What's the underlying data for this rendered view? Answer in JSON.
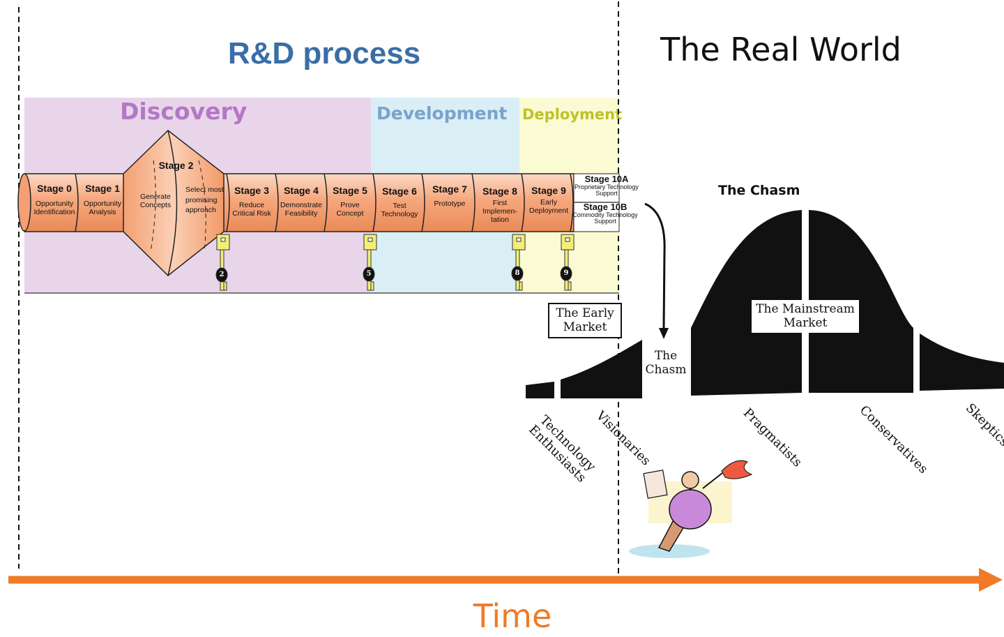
{
  "header": {
    "rd_title": "R&D process",
    "rw_title": "The Real World"
  },
  "phases": [
    {
      "label": "Discovery",
      "color": "#e8d5ea"
    },
    {
      "label": "Development",
      "color": "#d9eef5"
    },
    {
      "label": "Deployment",
      "color": "#fbfbd3"
    }
  ],
  "stages": [
    {
      "name": "Stage 0",
      "desc": "Opportunity Identification"
    },
    {
      "name": "Stage 1",
      "desc": "Opportunity Analysis"
    },
    {
      "name": "Stage 2",
      "desc_a": "Generate Concepts",
      "desc_b": "Select most promising approach"
    },
    {
      "name": "Stage 3",
      "desc": "Reduce Critical Risk"
    },
    {
      "name": "Stage 4",
      "desc": "Demonstrate Feasibility"
    },
    {
      "name": "Stage 5",
      "desc": "Prove Concept"
    },
    {
      "name": "Stage 6",
      "desc": "Test Technology"
    },
    {
      "name": "Stage 7",
      "desc": "Prototype"
    },
    {
      "name": "Stage 8",
      "desc": "First Implemen-tation"
    },
    {
      "name": "Stage 9",
      "desc": "Early Deployment"
    }
  ],
  "stage10": [
    {
      "name": "Stage 10A",
      "desc": "Proprietary Technology Support"
    },
    {
      "name": "Stage 10B",
      "desc": "Commodity Technology Support"
    }
  ],
  "gates": [
    "2",
    "5",
    "8",
    "9"
  ],
  "chasm": {
    "title": "The Chasm",
    "early_market": "The Early Market",
    "mainstream_market": "The Mainstream Market",
    "chasm_label": "The Chasm",
    "segments": [
      "Technology Enthusiasts",
      "Visionaries",
      "Pragmatists",
      "Conservatives",
      "Skeptics"
    ]
  },
  "axis": {
    "label": "Time",
    "color": "#f07a26"
  },
  "colors": {
    "pipe": "#f6a77c",
    "key": "#f2ee76",
    "title_blue": "#3a6ea5"
  }
}
